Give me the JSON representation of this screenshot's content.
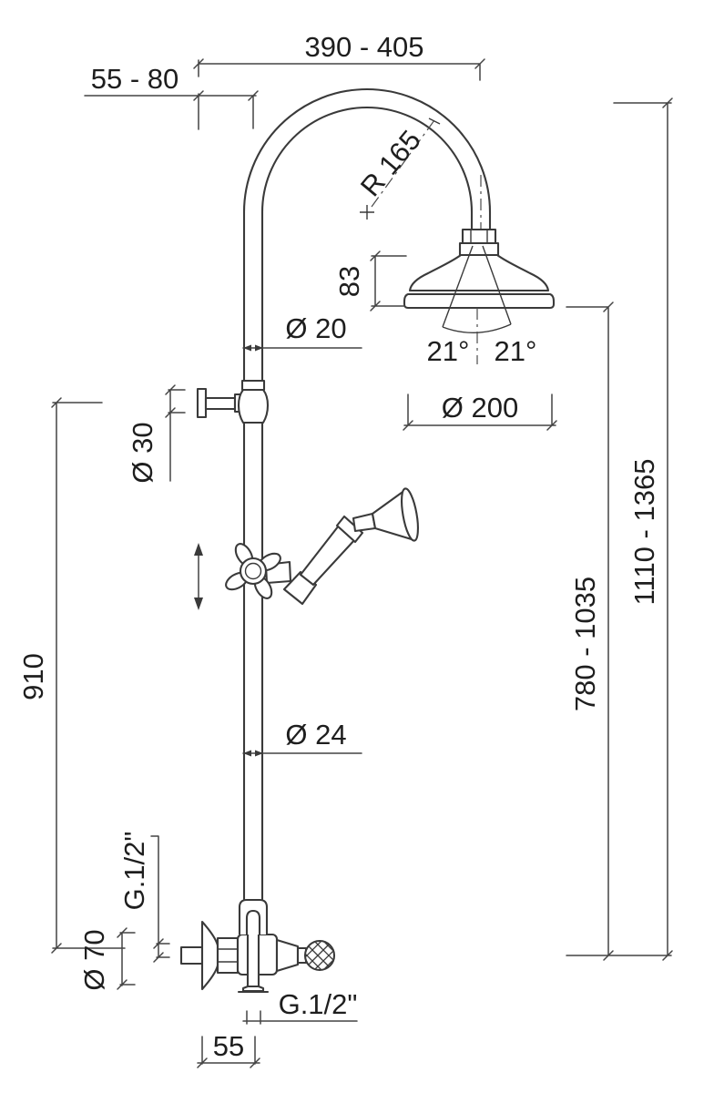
{
  "drawing": {
    "kind": "shower-column-technical-drawing",
    "colors": {
      "background": "#ffffff",
      "line": "#3a3a3a",
      "dimension_line": "#444444",
      "text": "#1e1e1e"
    }
  },
  "labels": {
    "reach_range": "390 - 405",
    "wall_offset_range": "55 - 80",
    "bend_radius": "R 165",
    "head_depth": "83",
    "spray_angle_left": "21°",
    "spray_angle_right": "21°",
    "head_diameter": "Ø 200",
    "upper_pipe_diameter": "Ø 20",
    "slider_bracket_diameter": "Ø 30",
    "riser_height": "910",
    "head_height_range": "780 - 1035",
    "total_height_range": "1110 - 1365",
    "lower_pipe_diameter": "Ø 24",
    "inlet_thread": "G.1/2\"",
    "wall_flange_diameter": "Ø 70",
    "outlet_thread": "G.1/2\"",
    "outlet_offset": "55"
  }
}
